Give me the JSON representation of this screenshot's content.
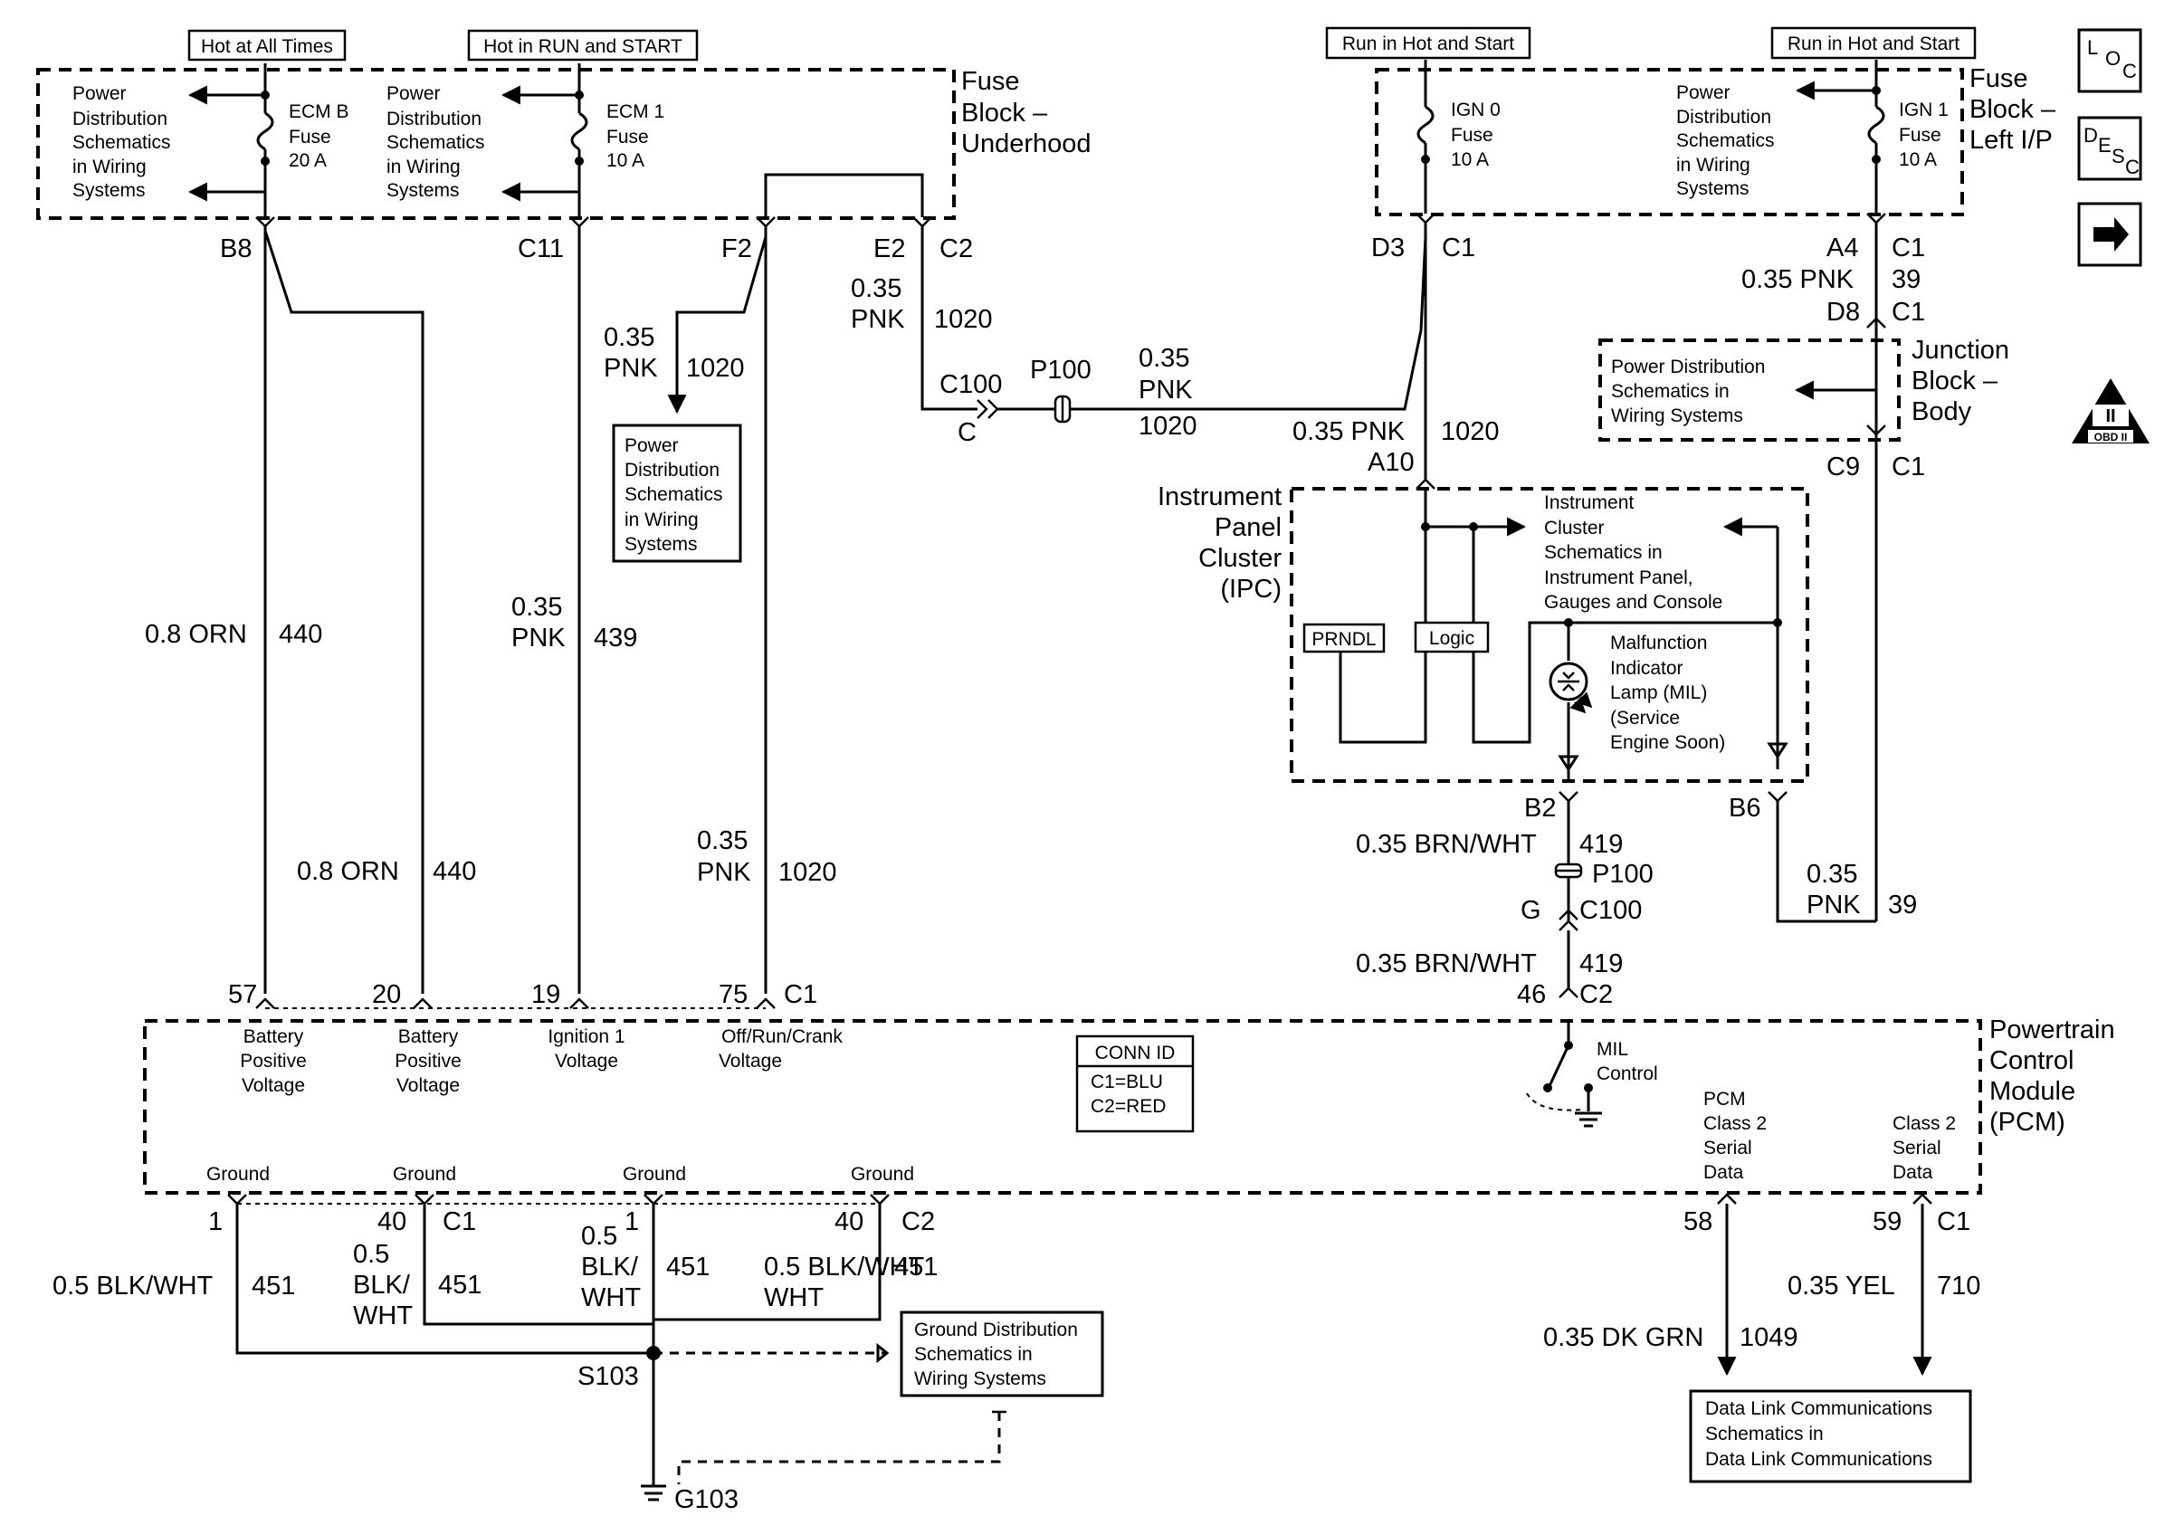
{
  "headers": {
    "hot_all_times": "Hot at All Times",
    "hot_run_start": "Hot in RUN and START",
    "run_hot_start_1": "Run in Hot and Start",
    "run_hot_start_2": "Run in Hot and Start"
  },
  "fuse_block_underhood": [
    "Fuse",
    "Block –",
    "Underhood"
  ],
  "fuse_block_left": [
    "Fuse",
    "Block –",
    "Left I/P"
  ],
  "junction_block": [
    "Junction",
    "Block –",
    "Body"
  ],
  "ipc_label": [
    "Instrument",
    "Panel",
    "Cluster",
    "(IPC)"
  ],
  "pcm_label": [
    "Powertrain",
    "Control",
    "Module",
    "(PCM)"
  ],
  "fuses": {
    "ecm_b": [
      "ECM B",
      "Fuse",
      "20 A"
    ],
    "ecm_1": [
      "ECM 1",
      "Fuse",
      "10 A"
    ],
    "ign_0": [
      "IGN 0",
      "Fuse",
      "10 A"
    ],
    "ign_1": [
      "IGN 1",
      "Fuse",
      "10 A"
    ]
  },
  "refs": {
    "pds_lines": [
      "Power",
      "Distribution",
      "Schematics",
      "in Wiring",
      "Systems"
    ],
    "pds_box": [
      "Power",
      "Distribution",
      "Schematics",
      "in Wiring",
      "Systems"
    ],
    "pds_junction": [
      "Power Distribution",
      "Schematics in",
      "Wiring Systems"
    ],
    "ipc_ref": [
      "Instrument",
      "Cluster",
      "Schematics in",
      "Instrument Panel,",
      "Gauges and Console"
    ],
    "ground_ref": [
      "Ground Distribution",
      "Schematics in",
      "Wiring Systems"
    ],
    "data_link_ref": [
      "Data Link Communications",
      "Schematics in",
      "Data Link Communications"
    ]
  },
  "ipc": {
    "prndl": "PRNDL",
    "logic": "Logic",
    "mil": [
      "Malfunction",
      "Indicator",
      "Lamp (MIL)",
      "(Service",
      "Engine Soon)"
    ]
  },
  "conn_id": {
    "title": "CONN ID",
    "c1": "C1=BLU",
    "c2": "C2=RED"
  },
  "pcm_inputs": {
    "p57": [
      "Battery",
      "Positive",
      "Voltage"
    ],
    "p20": [
      "Battery",
      "Positive",
      "Voltage"
    ],
    "p19": [
      "Ignition 1",
      "Voltage"
    ],
    "p75": [
      "Off/Run/Crank",
      "Voltage"
    ],
    "mil_control": [
      "MIL",
      "Control"
    ],
    "pcm_class2": [
      "PCM",
      "Class 2",
      "Serial",
      "Data"
    ],
    "class2": [
      "Class 2",
      "Serial",
      "Data"
    ],
    "ground": "Ground"
  },
  "pins": {
    "b8": "B8",
    "c11": "C11",
    "f2": "F2",
    "e2": "E2",
    "c2": "C2",
    "d3": "D3",
    "c1": "C1",
    "a4": "A4",
    "d8": "D8",
    "c9": "C9",
    "c100": "C100",
    "c": "C",
    "p100": "P100",
    "a10": "A10",
    "b2": "B2",
    "b6": "B6",
    "g": "G",
    "n46": "46",
    "n57": "57",
    "n20": "20",
    "n19": "19",
    "n75": "75",
    "n1": "1",
    "n40": "40",
    "n58": "58",
    "n59": "59",
    "s103": "S103",
    "g103": "G103"
  },
  "wires": {
    "pnk035": "0.35 PNK",
    "n035": "0.35",
    "pnk": "PNK",
    "c1020": "1020",
    "orn08": "0.8 ORN",
    "c440": "440",
    "c439": "439",
    "c39": "39",
    "brnwht": "0.35 BRN/WHT",
    "c419": "419",
    "blkwht": "0.5 BLK/WHT",
    "n05": "0.5",
    "blk_": "BLK/",
    "wht": "WHT",
    "c451": "451",
    "dkgrn": "0.35 DK GRN",
    "c1049": "1049",
    "yel": "0.35 YEL",
    "c710": "710"
  },
  "side_icons": {
    "loc": [
      "L",
      "O",
      "C"
    ],
    "desc": [
      "D",
      "E",
      "S",
      "C"
    ],
    "arrow": "right-arrow-icon",
    "obd": [
      "II",
      "OBD II"
    ]
  }
}
